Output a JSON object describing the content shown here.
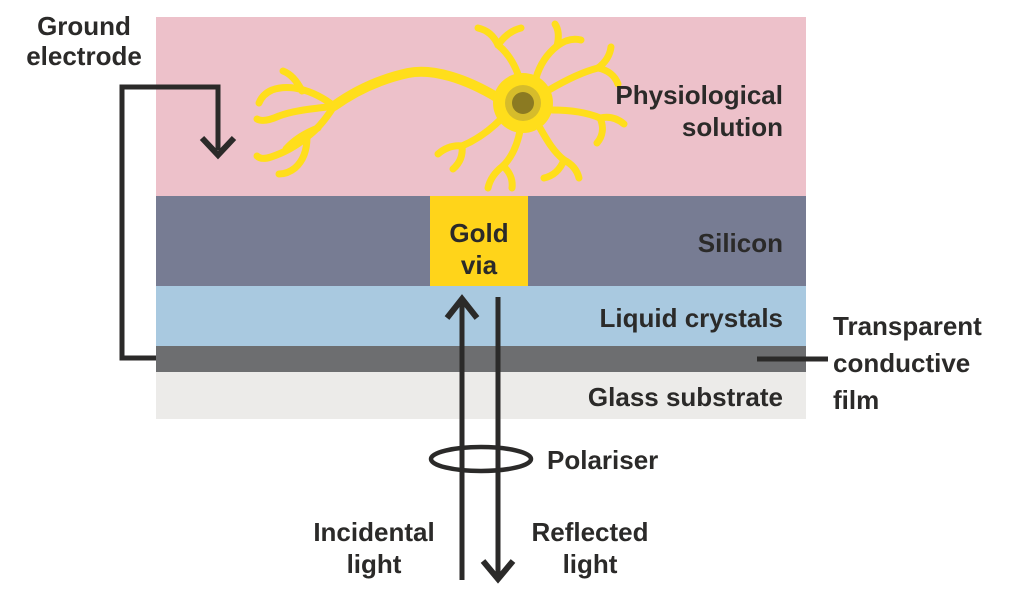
{
  "diagram": {
    "layers": [
      {
        "id": "physiological-solution",
        "label": "Physiological\nsolution",
        "color": "#edc1ca"
      },
      {
        "id": "silicon",
        "label": "Silicon",
        "color": "#777c93"
      },
      {
        "id": "liquid-crystals",
        "label": "Liquid crystals",
        "color": "#a9c9e0"
      },
      {
        "id": "transparent-conductive-film",
        "label": "Transparent\nconductive\nfilm",
        "color": "#6d6e70"
      },
      {
        "id": "glass-substrate",
        "label": "Glass substrate",
        "color": "#ecebe9"
      }
    ],
    "gold_via": {
      "label": "Gold\nvia",
      "color": "#ffd41a"
    }
  },
  "labels": {
    "ground_electrode": "Ground\nelectrode",
    "physiological_solution": "Physiological\nsolution",
    "gold_via": "Gold\nvia",
    "silicon": "Silicon",
    "liquid_crystals": "Liquid crystals",
    "transparent_conductive_film": "Transparent\nconductive\nfilm",
    "glass_substrate": "Glass substrate",
    "polariser": "Polariser",
    "incidental_light": "Incidental\nlight",
    "reflected_light": "Reflected\nlight"
  },
  "icons": {
    "neuron": "neuron-icon",
    "ground_electrode_arrow": "down-arrow-icon",
    "incidental_light_arrow": "up-arrow-icon",
    "reflected_light_arrow": "down-arrow-icon",
    "polariser_ring": "ellipse-ring-icon",
    "film_pointer": "leader-line-icon"
  },
  "colors": {
    "background": "#ffffff",
    "text_and_lines": "#2b2a29",
    "neuron_yellow": "#ffde1b",
    "neuron_nucleus_outer": "#d6bc2b",
    "neuron_nucleus_inner": "#8b7a22",
    "physiological_solution": "#edc1ca",
    "silicon": "#777c93",
    "gold_via": "#ffd41a",
    "liquid_crystals": "#a9c9e0",
    "conductive_film": "#6d6e70",
    "glass_substrate": "#ecebe9"
  }
}
